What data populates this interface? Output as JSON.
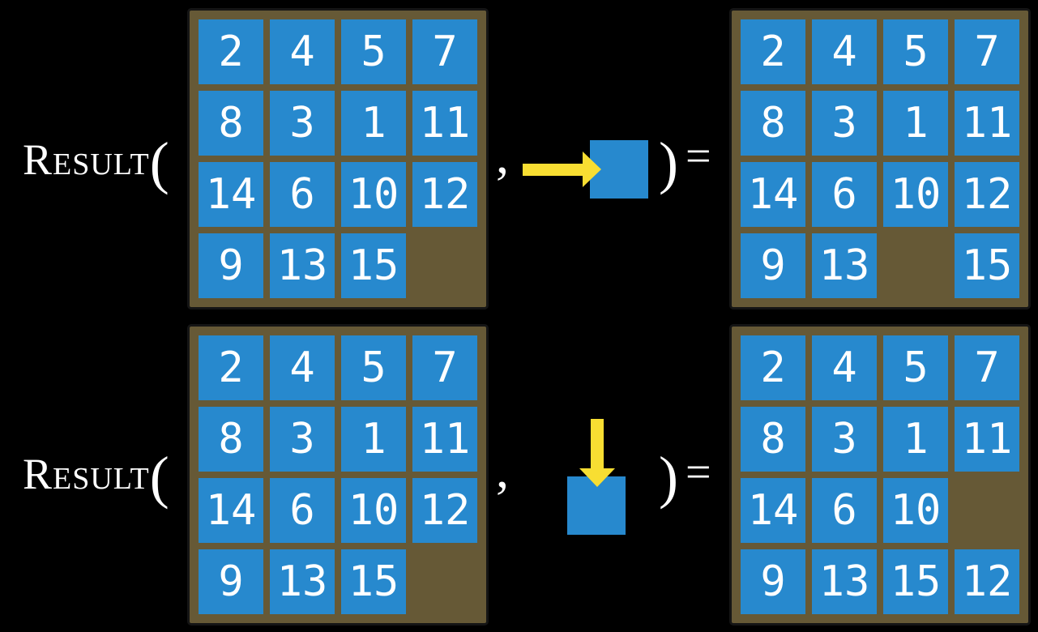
{
  "colors": {
    "background": "#000000",
    "tile_blue": "#2789ce",
    "board_brown": "#665936",
    "board_border": "#151515",
    "arrow_yellow": "#f8de32",
    "text_white": "#ffffff"
  },
  "formula": {
    "function": "Result",
    "open_paren": "(",
    "comma": ",",
    "close_paren": ")",
    "equals": "="
  },
  "examples": [
    {
      "name": "slide-right",
      "arrow_icon": "right-arrow-icon",
      "action_square_icon": "tile-square-icon",
      "input_grid": [
        [
          2,
          4,
          5,
          7
        ],
        [
          8,
          3,
          1,
          11
        ],
        [
          14,
          6,
          10,
          12
        ],
        [
          9,
          13,
          15,
          null
        ]
      ],
      "result_grid": [
        [
          2,
          4,
          5,
          7
        ],
        [
          8,
          3,
          1,
          11
        ],
        [
          14,
          6,
          10,
          12
        ],
        [
          9,
          13,
          null,
          15
        ]
      ]
    },
    {
      "name": "slide-down",
      "arrow_icon": "down-arrow-icon",
      "action_square_icon": "tile-square-icon",
      "input_grid": [
        [
          2,
          4,
          5,
          7
        ],
        [
          8,
          3,
          1,
          11
        ],
        [
          14,
          6,
          10,
          12
        ],
        [
          9,
          13,
          15,
          null
        ]
      ],
      "result_grid": [
        [
          2,
          4,
          5,
          7
        ],
        [
          8,
          3,
          1,
          11
        ],
        [
          14,
          6,
          10,
          null
        ],
        [
          9,
          13,
          15,
          12
        ]
      ]
    }
  ]
}
